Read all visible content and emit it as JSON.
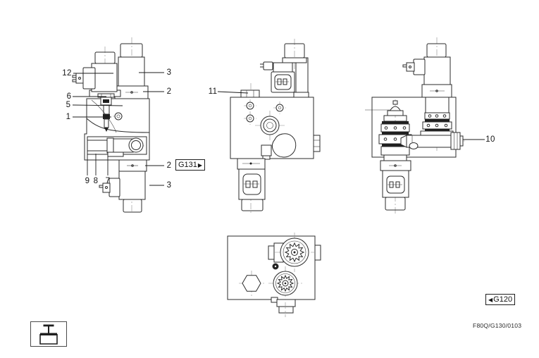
{
  "figure": {
    "drawing_number": "F80Q/G130/0103"
  },
  "refs": {
    "g131": "G131",
    "g120": "G120",
    "right_arrow": "▶",
    "left_arrow": "◀"
  },
  "callouts": {
    "c1": "1",
    "c2": "2",
    "c3": "3",
    "c5": "5",
    "c6": "6",
    "c7": "7",
    "c8": "8",
    "c9": "9",
    "c10": "10",
    "c11": "11",
    "c12": "12"
  },
  "icons": {
    "tank_piston_symbol": "cylinder-piston-schematic",
    "g131_arrow": "triangle-right",
    "g120_arrow": "triangle-left"
  }
}
